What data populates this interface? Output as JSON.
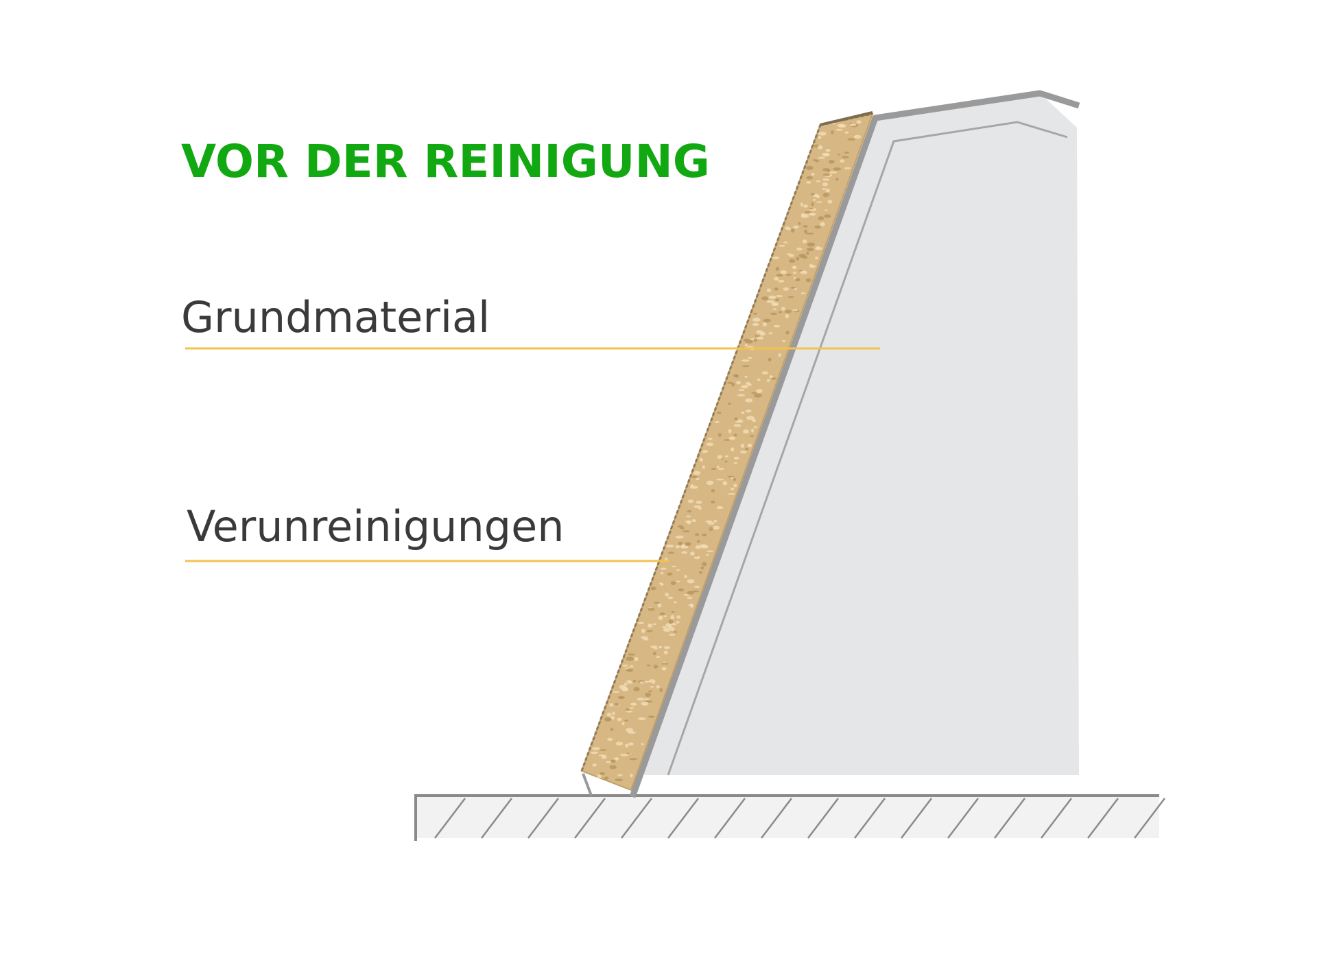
{
  "title": "VOR DER REINIGUNG",
  "labels": {
    "base_material": "Grundmaterial",
    "contamination": "Verunreinigungen"
  },
  "colors": {
    "title": "#11a811",
    "label_text": "#3a3a3a",
    "leader_line": "#f2c24f",
    "object_fill": "#e5e6e8",
    "object_edge": "#9a9a9a",
    "contamination_fill": "#d7b784",
    "contamination_speck": "#f1dcb3",
    "ground_fill": "#f2f2f2",
    "ground_line": "#8a8a8a"
  }
}
